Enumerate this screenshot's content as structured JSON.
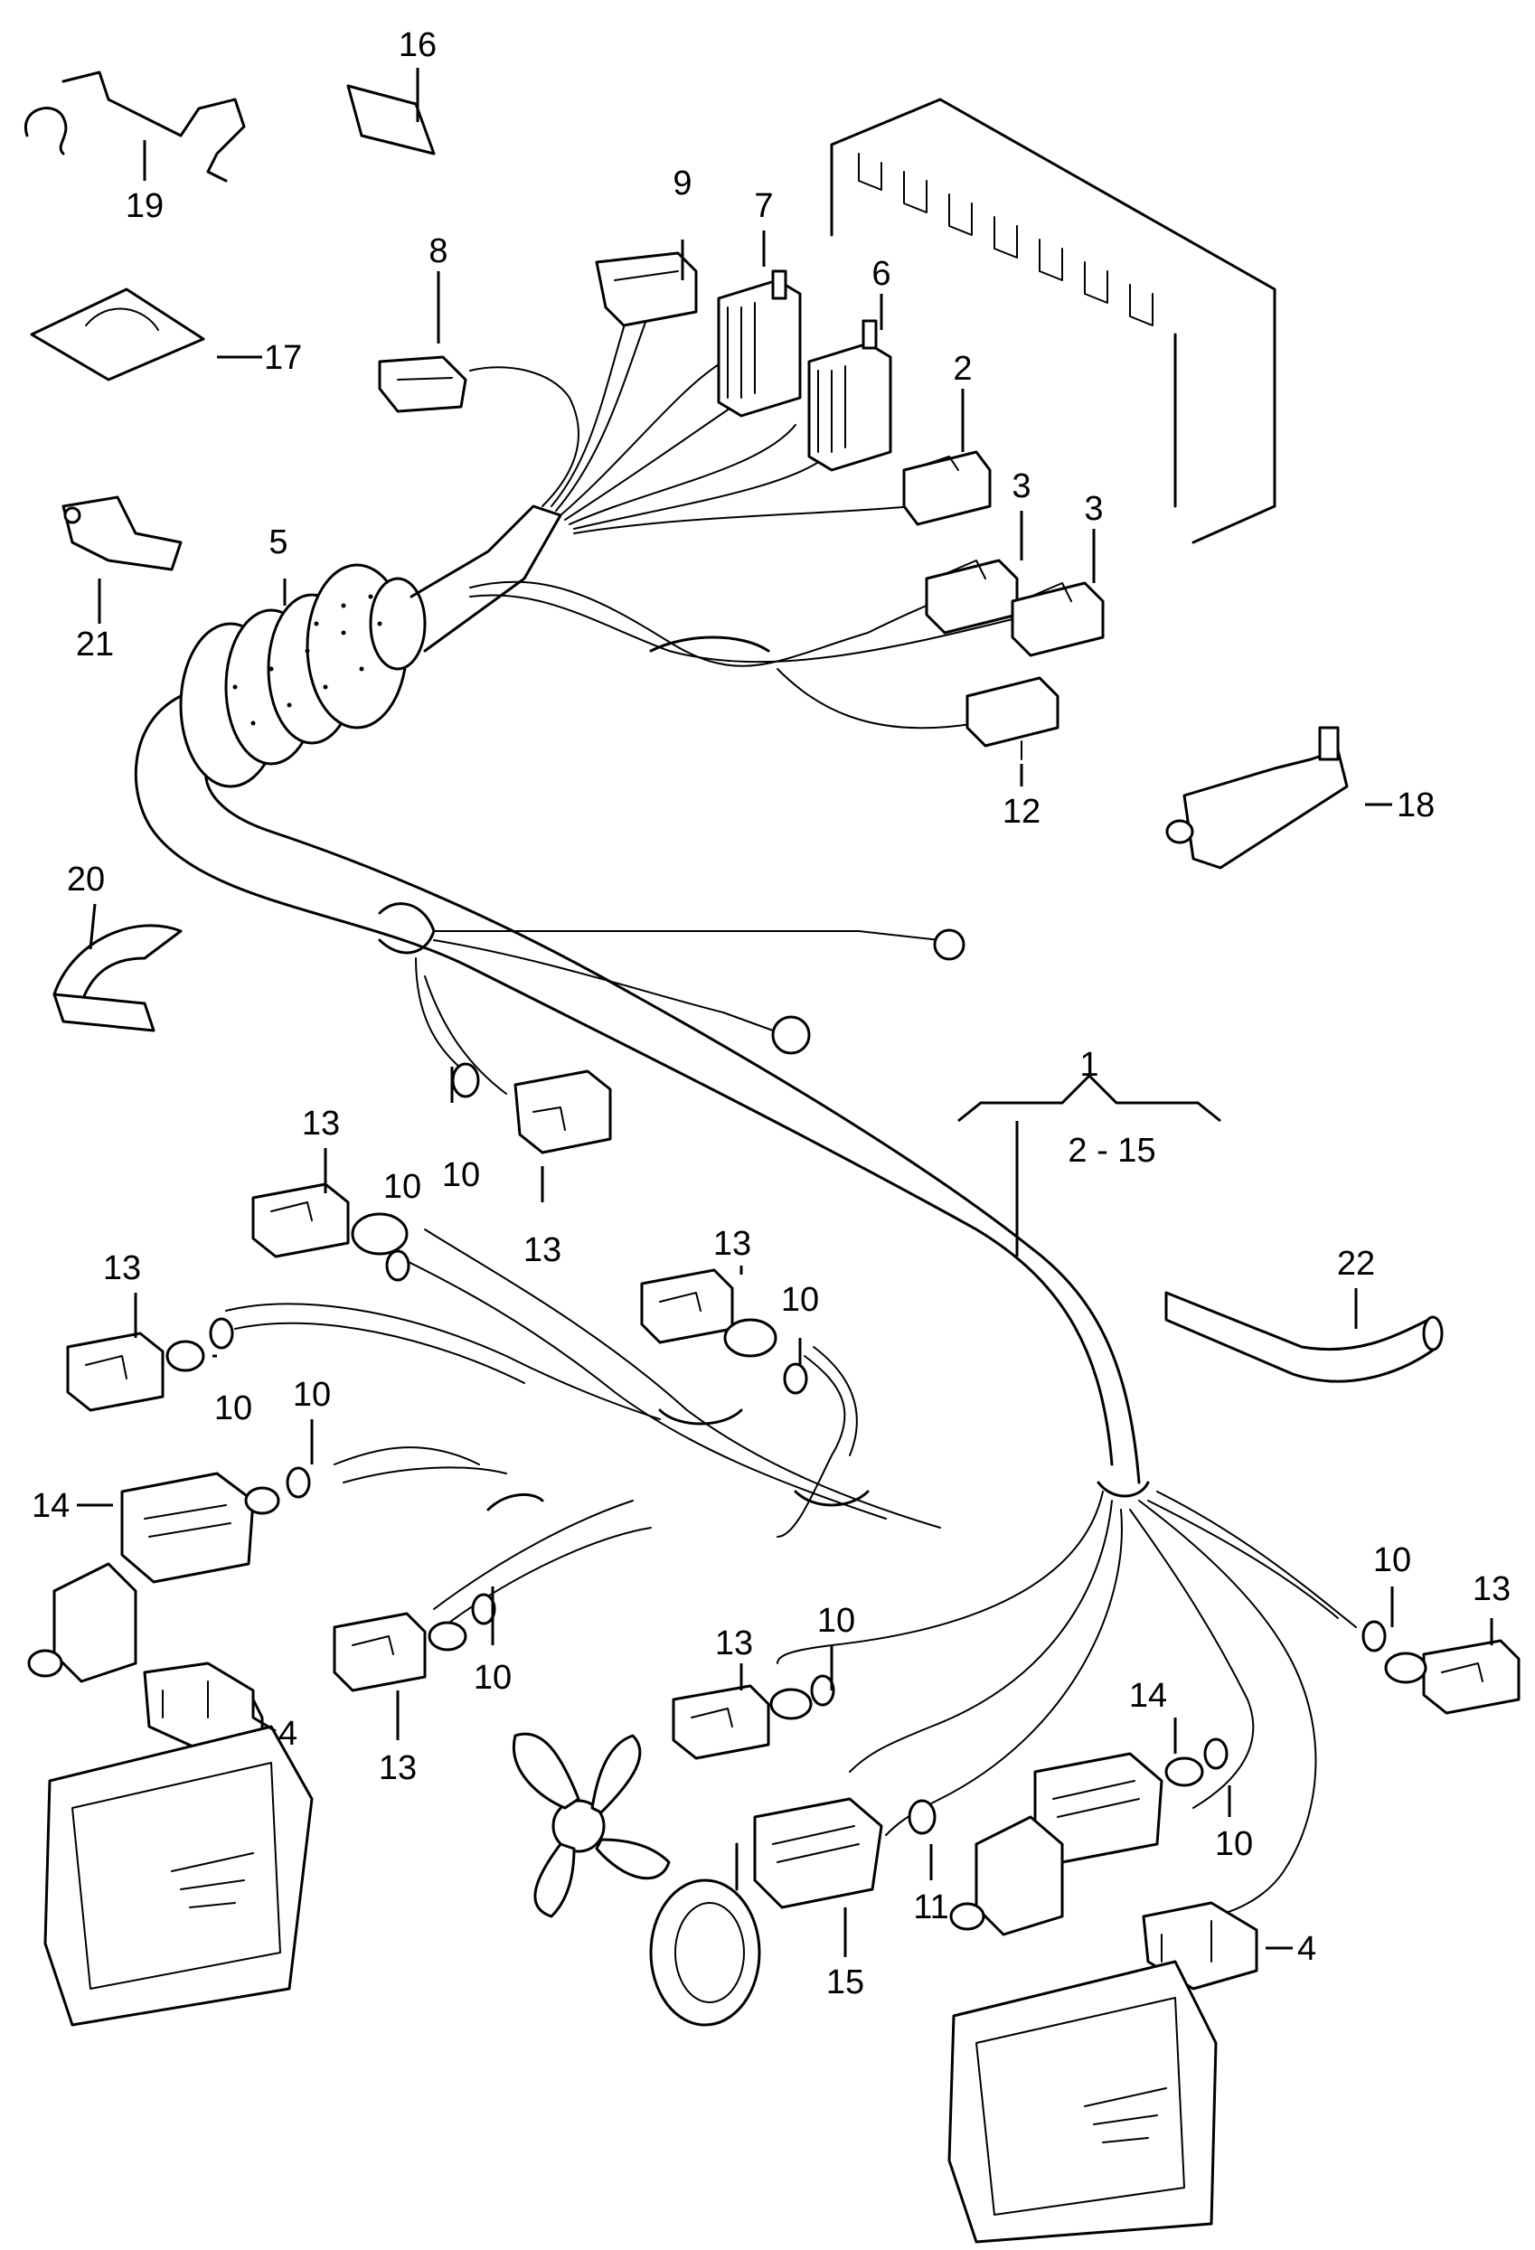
{
  "callouts": {
    "c1": "1",
    "c1_range": "2 - 15",
    "c2": "2",
    "c3a": "3",
    "c3b": "3",
    "c4a": "4",
    "c4b": "4",
    "c5": "5",
    "c6": "6",
    "c7": "7",
    "c8": "8",
    "c9": "9",
    "c10a": "10",
    "c10b": "10",
    "c10c": "10",
    "c10d": "10",
    "c10e": "10",
    "c10f": "10",
    "c10g": "10",
    "c10h": "10",
    "c10i": "10",
    "c11": "11",
    "c12": "12",
    "c13a": "13",
    "c13b": "13",
    "c13c": "13",
    "c13d": "13",
    "c13e": "13",
    "c13f": "13",
    "c13g": "13",
    "c14a": "14",
    "c14b": "14",
    "c15": "15",
    "c16": "16",
    "c17": "17",
    "c18": "18",
    "c19": "19",
    "c20": "20",
    "c21": "21",
    "c22": "22"
  }
}
